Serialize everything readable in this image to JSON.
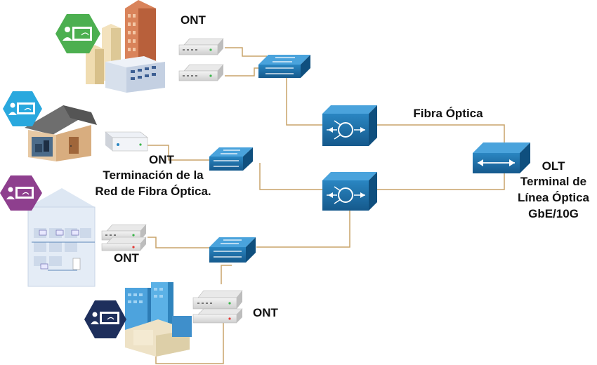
{
  "labels": {
    "ont_top": "ONT",
    "ont_mid": "ONT",
    "ont_mid_line1": "Terminación de la",
    "ont_mid_line2": "Red de Fibra Óptica.",
    "ont_lower": "ONT",
    "ont_bottom": "ONT",
    "fiber": "Fibra Óptica",
    "olt": "OLT",
    "olt_line1": "Terminal de",
    "olt_line2": "Línea Óptica",
    "olt_line3": "GbE/10G"
  },
  "colors": {
    "fiber_line": "#c8a46a",
    "device_blue": "#1f6fa6",
    "hex_green": "#4caf50",
    "hex_lightblue": "#29a8de",
    "hex_purple": "#8e3f8e",
    "hex_navy": "#1e2f5c"
  }
}
